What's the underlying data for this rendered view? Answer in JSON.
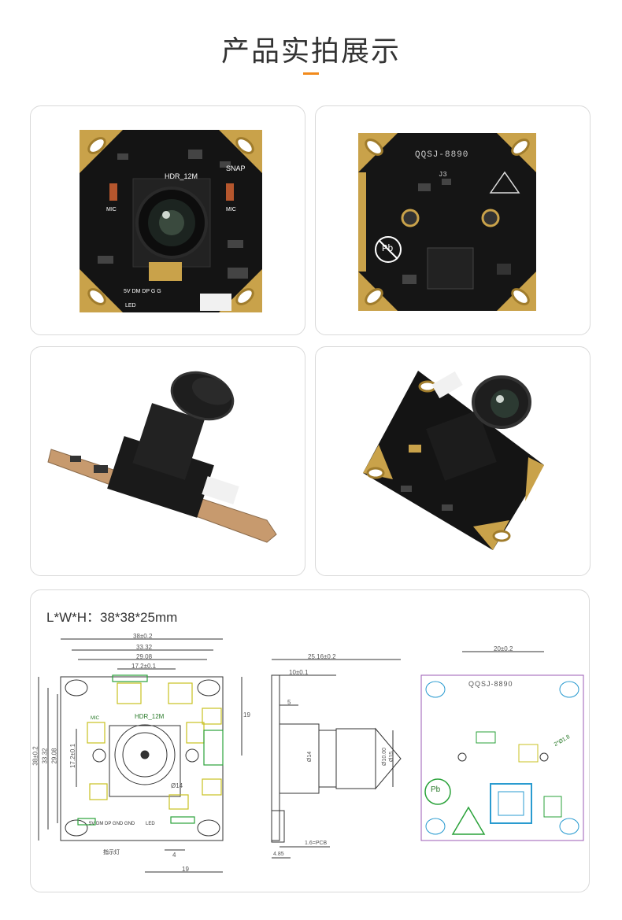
{
  "page": {
    "title": "产品实拍展示",
    "accent_color": "#f28a1b"
  },
  "photos": {
    "front": {
      "labels": [
        "HDR_12M",
        "SNAP",
        "MIC",
        "MIC",
        "5V DM DP G G",
        "LED"
      ]
    },
    "back": {
      "model": "QQSJ-8890",
      "connector": "J3",
      "badge": "Pb"
    },
    "side": {},
    "angle": {}
  },
  "drawing": {
    "dimensions_label": "L*W*H：38*38*25mm",
    "front_view": {
      "dims_top": [
        "38±0.2",
        "33.32",
        "29.08",
        "17.2±0.1"
      ],
      "dims_left": [
        "38±0.2",
        "33.32",
        "29.08",
        "17.2±0.1"
      ],
      "dim_right": "19",
      "dim_bottom": "19",
      "dim_small": "4",
      "lens_label": "Ø14",
      "hdr_label": "HDR_12M",
      "mic_label": "MIC",
      "pins": "5V DM DP GND GND",
      "led_label": "LED",
      "bottom_note": "指示灯"
    },
    "side_view": {
      "dims_top": [
        "25.16±0.2",
        "10±0.1",
        "5"
      ],
      "dims_lens": [
        "Ø14",
        "Ø10.00",
        "Ø15"
      ],
      "pcb_label": "1.6=PCB",
      "dim_bottom": "4.85"
    },
    "back_view": {
      "dim_top": "20±0.2",
      "model": "QQSJ-8890",
      "hole_label": "2*Ø1.8",
      "badge": "Pb"
    }
  }
}
